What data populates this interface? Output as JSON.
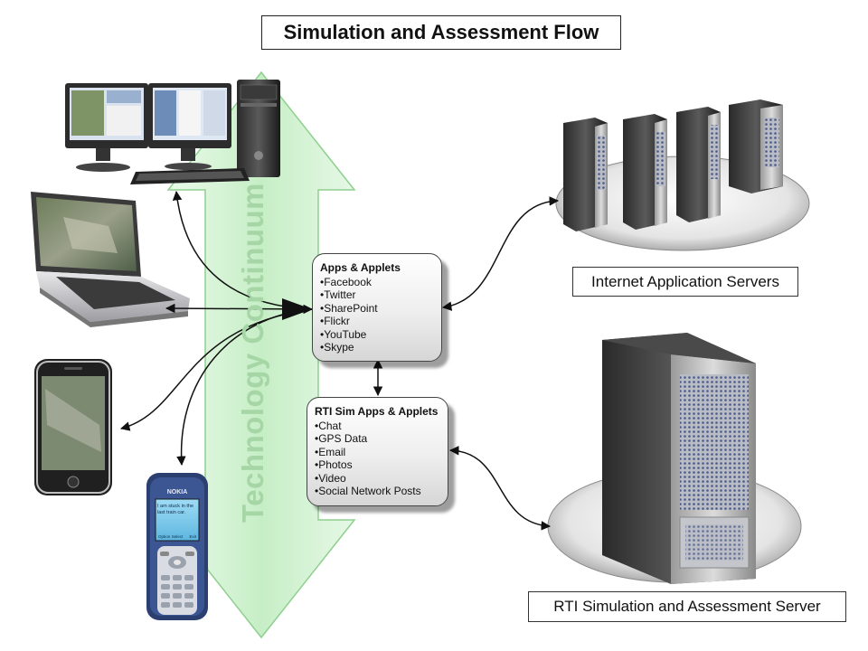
{
  "title": "Simulation and Assessment Flow",
  "continuum_label": "Technology Continuum",
  "internet_servers_label": "Internet Application Servers",
  "rti_server_label": "RTI Simulation and Assessment Server",
  "apps_box": {
    "header": "Apps & Applets",
    "items": [
      "Facebook",
      "Twitter",
      "SharePoint",
      "Flickr",
      "YouTube",
      "Skype"
    ]
  },
  "rti_apps_box": {
    "header": "RTI Sim Apps & Applets",
    "items": [
      "Chat",
      "GPS Data",
      "Email",
      "Photos",
      "Video",
      "Social Network Posts"
    ]
  },
  "phone": {
    "brand": "NOKIA",
    "screen_text": "I am stuck in the last train car.",
    "left_softkey": "Option",
    "center_softkey": "Select",
    "right_softkey": "Exit"
  },
  "colors": {
    "arrow_fill": "#c8efc8",
    "arrow_stroke": "#8fcf8f",
    "continuum_text": "#a6d6a6",
    "connector": "#111111"
  }
}
